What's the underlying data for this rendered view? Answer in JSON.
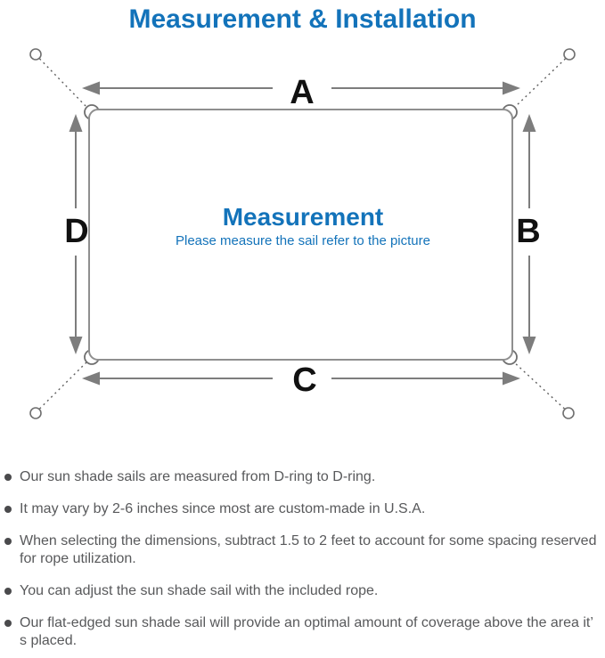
{
  "page": {
    "title": "Measurement & Installation"
  },
  "diagram": {
    "labels": {
      "top": "A",
      "right": "B",
      "bottom": "C",
      "left": "D"
    },
    "center": {
      "title": "Measurement",
      "subtitle": "Please measure the sail refer to the picture"
    },
    "colors": {
      "accent_blue": "#1373ba",
      "label_black": "#111111",
      "line_gray": "#7d7d7d",
      "outline_gray": "#8f8f8f",
      "note_gray": "#58595b"
    }
  },
  "notes": {
    "items": [
      "Our sun shade sails are measured from D-ring to D-ring.",
      "It may vary by 2-6 inches since most are custom-made in U.S.A.",
      "When selecting the dimensions, subtract 1.5 to 2 feet to account for some spacing reserved for rope utilization.",
      "You can adjust the sun shade sail with the included rope.",
      "Our flat-edged sun shade sail will provide an optimal amount of coverage above the area it’ s placed."
    ]
  }
}
